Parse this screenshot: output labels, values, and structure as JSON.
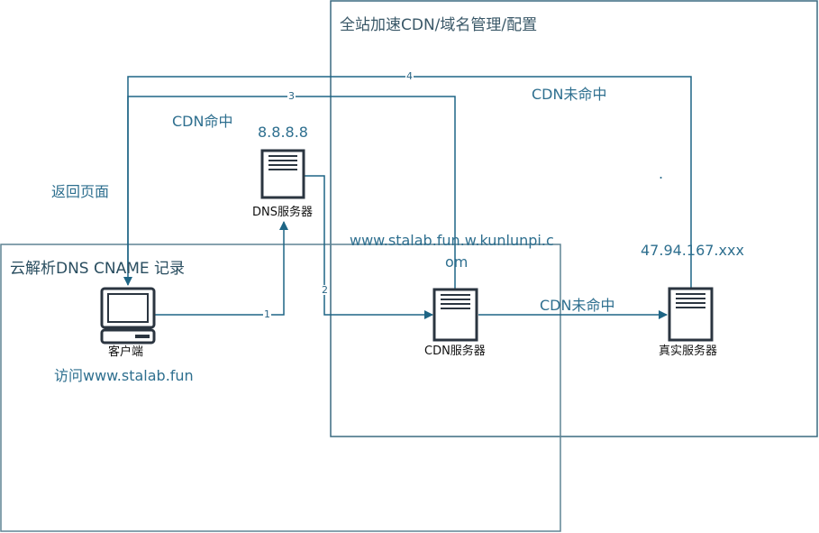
{
  "regions": {
    "cdn_console": {
      "title": "全站加速CDN/域名管理/配置"
    },
    "dns_console": {
      "title": "云解析DNS CNAME 记录"
    }
  },
  "nodes": {
    "client": {
      "label": "客户端",
      "note": "访问www.stalab.fun",
      "icon": "computer-icon"
    },
    "dns_server": {
      "label": "DNS服务器",
      "ip": "8.8.8.8",
      "icon": "server-icon"
    },
    "cdn_server": {
      "label": "CDN服务器",
      "cname": "www.stalab.fun.w.kunlunpi.c",
      "cname_wrap": "om",
      "icon": "server-icon"
    },
    "origin_server": {
      "label": "真实服务器",
      "ip": "47.94.167.xxx",
      "icon": "server-icon"
    }
  },
  "edges": [
    {
      "step": "1",
      "from": "client",
      "to": "dns_server"
    },
    {
      "step": "2",
      "from": "dns_server",
      "to": "cdn_server"
    },
    {
      "step": "3",
      "from": "cdn_server",
      "to": "client",
      "label": "CDN命中"
    },
    {
      "step": "4",
      "from": "origin_server",
      "to": "client",
      "label": "CDN未命中"
    },
    {
      "step": "",
      "from": "cdn_server",
      "to": "origin_server",
      "label": "CDN未命中"
    }
  ],
  "annotations": {
    "return_page": "返回页面",
    "dot": "."
  },
  "colors": {
    "line": "#1e6585",
    "box_border": "#7f9aa8",
    "icon": "#2b3540"
  }
}
